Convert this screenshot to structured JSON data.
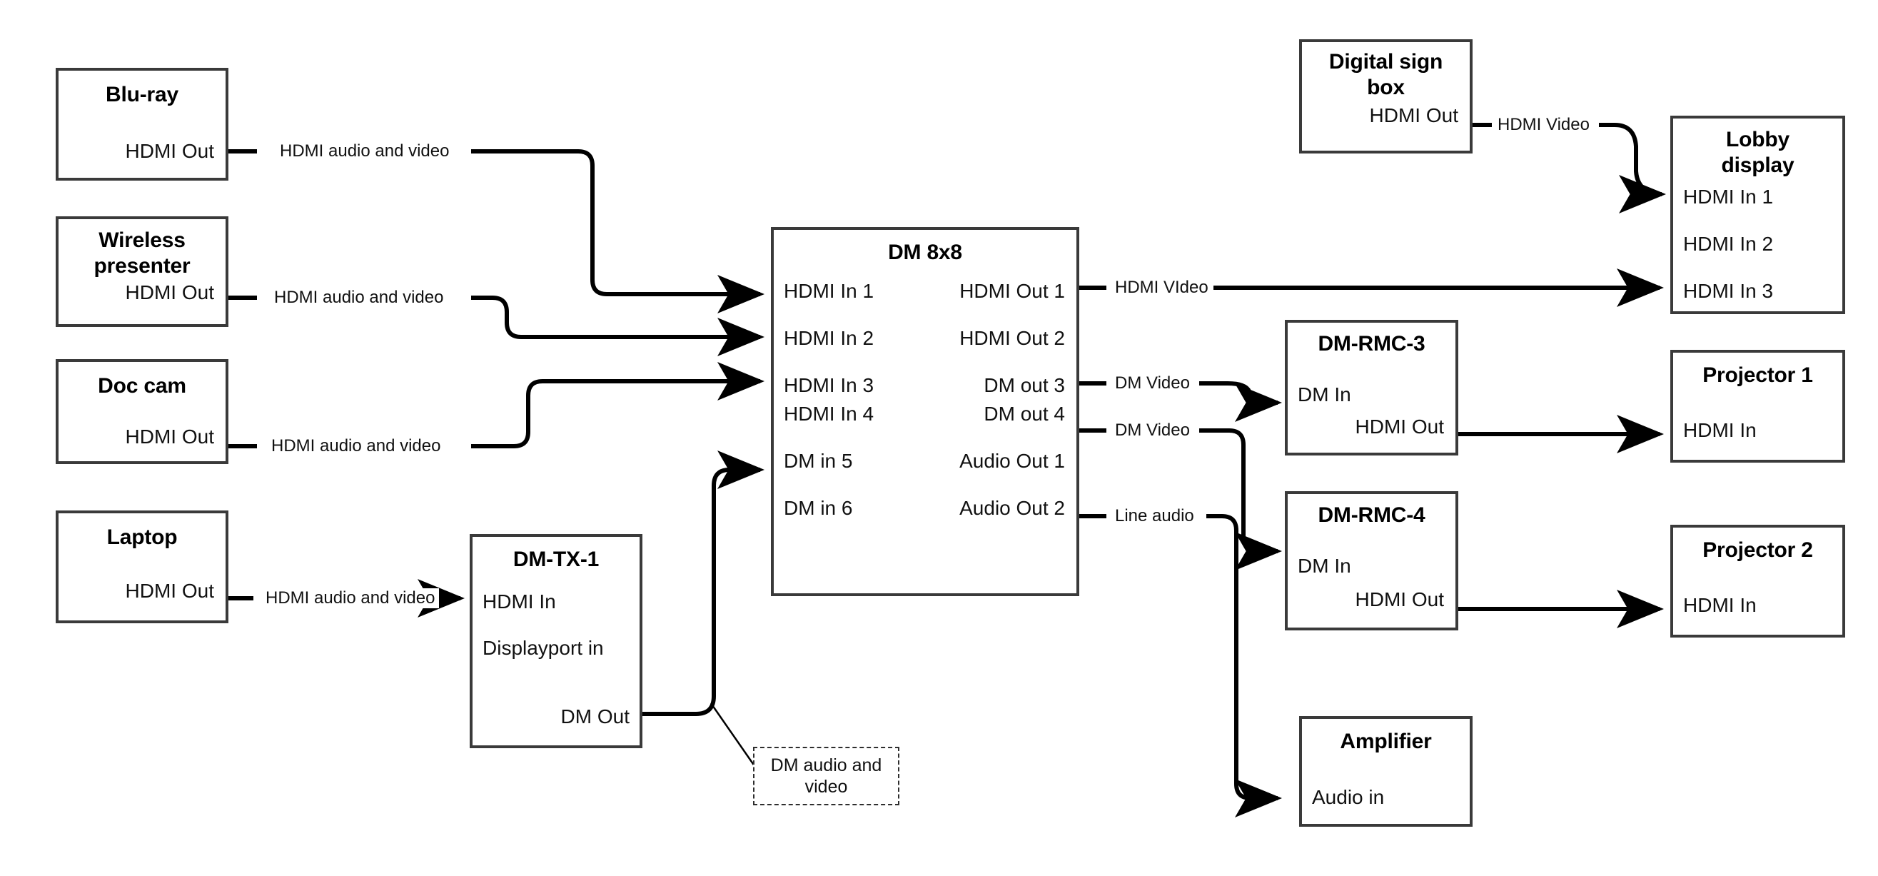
{
  "diagram": {
    "title": "AV signal flow diagram",
    "stroke_color": "#3a3a3a",
    "wire_color": "#000000",
    "background": "#ffffff"
  },
  "nodes": {
    "bluray": {
      "title": "Blu-ray",
      "ports": [
        "HDMI Out"
      ]
    },
    "wireless": {
      "title": "Wireless\npresenter",
      "title_line1": "Wireless",
      "title_line2": "presenter",
      "ports": [
        "HDMI Out"
      ]
    },
    "doccam": {
      "title": "Doc cam",
      "ports": [
        "HDMI Out"
      ]
    },
    "laptop": {
      "title": "Laptop",
      "ports": [
        "HDMI Out"
      ]
    },
    "dmtx1": {
      "title": "DM-TX-1",
      "in1": "HDMI In",
      "in2": "Displayport in",
      "out1": "DM Out"
    },
    "dm8x8": {
      "title": "DM 8x8",
      "inputs": [
        "HDMI In 1",
        "HDMI In 2",
        "HDMI In 3",
        "HDMI In 4",
        "DM in 5",
        "DM in 6"
      ],
      "outputs": [
        "HDMI Out 1",
        "HDMI Out 2",
        "DM out 3",
        "DM out 4",
        "Audio Out 1",
        "Audio Out 2"
      ]
    },
    "digitalsign": {
      "title_line1": "Digital sign",
      "title_line2": "box",
      "ports": [
        "HDMI Out"
      ]
    },
    "lobby": {
      "title_line1": "Lobby",
      "title_line2": "display",
      "inputs": [
        "HDMI In 1",
        "HDMI In 2",
        "HDMI In 3"
      ]
    },
    "dmrmc3": {
      "title": "DM-RMC-3",
      "in1": "DM In",
      "out1": "HDMI Out"
    },
    "dmrmc4": {
      "title": "DM-RMC-4",
      "in1": "DM In",
      "out1": "HDMI Out"
    },
    "projector1": {
      "title": "Projector 1",
      "in1": "HDMI In"
    },
    "projector2": {
      "title": "Projector 2",
      "in1": "HDMI In"
    },
    "amplifier": {
      "title": "Amplifier",
      "in1": "Audio in"
    }
  },
  "callouts": {
    "dm_audio_video": {
      "line1": "DM audio and",
      "line2": "video",
      "text": "DM audio and video"
    }
  },
  "edge_labels": {
    "bluray_to_dm": "HDMI audio and video",
    "wireless_to_dm": "HDMI audio and video",
    "doccam_to_dm": "HDMI audio and video",
    "laptop_to_tx": "HDMI audio and video",
    "sign_to_lobby": "HDMI Video",
    "hdmiout1_label": "HDMI VIdeo",
    "dmout3_label": "DM Video",
    "dmout4_label": "DM Video",
    "audioout1_label": "Line audio"
  },
  "connections": [
    {
      "from": "bluray.HDMI Out",
      "to": "dm8x8.HDMI In 1",
      "label": "HDMI audio and video"
    },
    {
      "from": "wireless.HDMI Out",
      "to": "dm8x8.HDMI In 2",
      "label": "HDMI audio and video"
    },
    {
      "from": "doccam.HDMI Out",
      "to": "dm8x8.HDMI In 3",
      "label": "HDMI audio and video"
    },
    {
      "from": "laptop.HDMI Out",
      "to": "dmtx1.HDMI In",
      "label": "HDMI audio and video"
    },
    {
      "from": "dmtx1.DM Out",
      "to": "dm8x8.DM in 5",
      "label": "DM audio and video"
    },
    {
      "from": "dm8x8.HDMI Out 1",
      "to": "lobby.HDMI In 3",
      "label": "HDMI VIdeo"
    },
    {
      "from": "dm8x8.DM out 3",
      "to": "dmrmc3.DM In",
      "label": "DM Video"
    },
    {
      "from": "dm8x8.DM out 4",
      "to": "dmrmc4.DM In",
      "label": "DM Video"
    },
    {
      "from": "dm8x8.Audio Out 1",
      "to": "amplifier.Audio in",
      "label": "Line audio"
    },
    {
      "from": "digitalsign.HDMI Out",
      "to": "lobby.HDMI In 1",
      "label": "HDMI Video"
    },
    {
      "from": "dmrmc3.HDMI Out",
      "to": "projector1.HDMI In",
      "label": ""
    },
    {
      "from": "dmrmc4.HDMI Out",
      "to": "projector2.HDMI In",
      "label": ""
    }
  ]
}
